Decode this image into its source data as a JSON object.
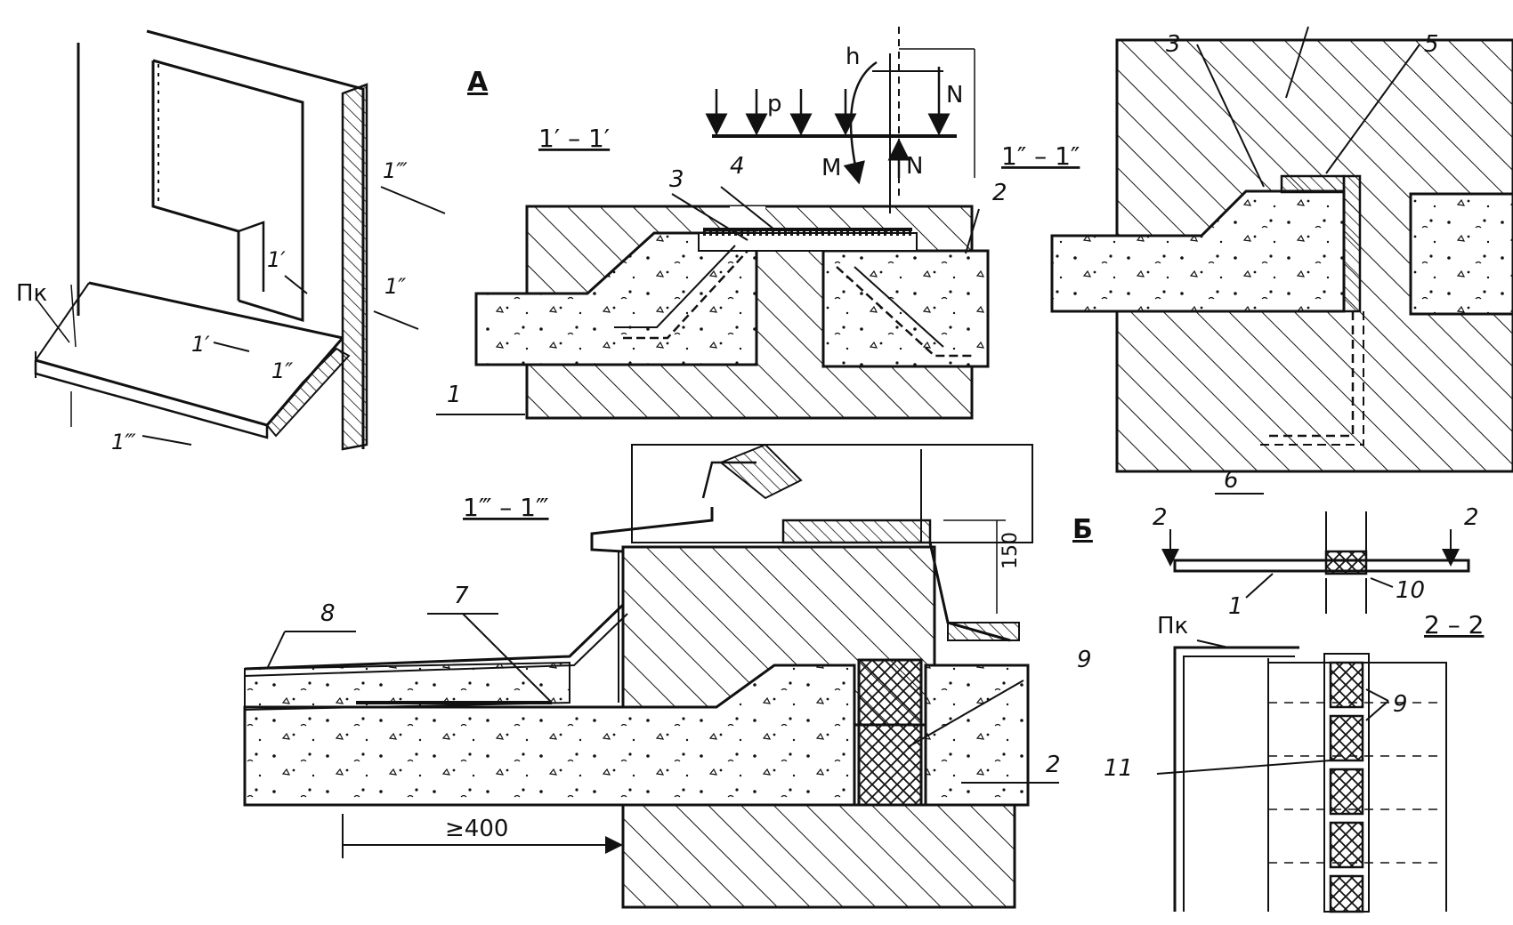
{
  "colors": {
    "ink": "#111111",
    "paper": "#ffffff"
  },
  "iso": {
    "pk_label": "Пк",
    "cut_1p": "1′",
    "cut_1pp": "1″",
    "cut_1ppp": "1‴"
  },
  "detail_a": {
    "title": "А",
    "section_1p": "1′ – 1′",
    "section_1pp": "1″ – 1″",
    "section_1ppp": "1‴ – 1‴",
    "load_h": "h",
    "load_p": "p",
    "load_n_top": "N",
    "load_n_bottom": "N",
    "load_m": "M",
    "dim_400": "≥400",
    "dim_150": "150"
  },
  "detail_b": {
    "title": "Б",
    "cut_2_left": "2",
    "cut_2_right": "2",
    "section_2": "2 – 2",
    "pk_label": "Пк"
  },
  "callouts": {
    "c1": "1",
    "c2": "2",
    "c3": "3",
    "c4": "4",
    "c5": "5",
    "c6": "6",
    "c7": "7",
    "c8": "8",
    "c9": "9",
    "c10": "10",
    "c11": "11"
  }
}
